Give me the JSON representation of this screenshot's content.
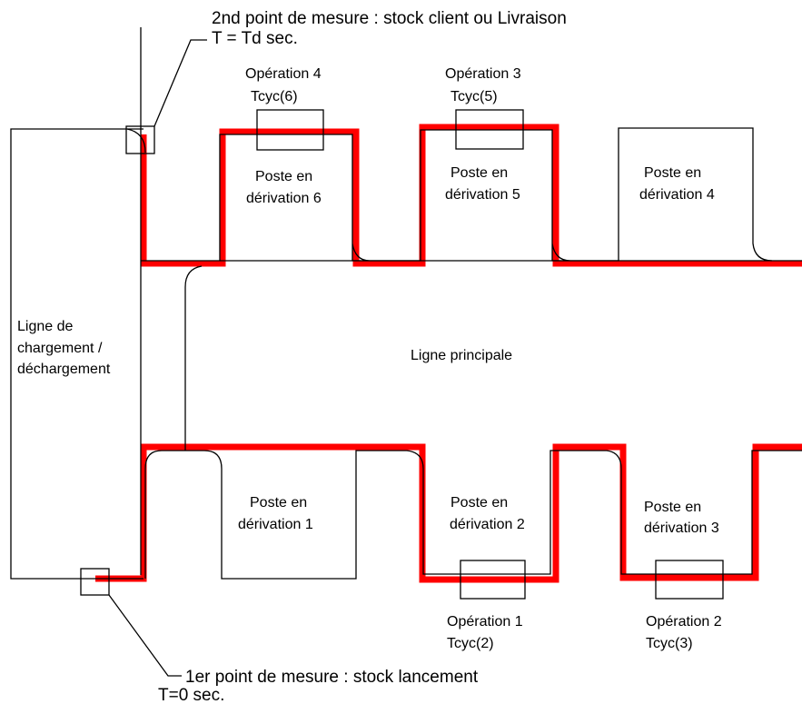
{
  "measure_point_2": {
    "line1": "2nd point de mesure : stock client ou Livraison",
    "line2": "T = Td sec."
  },
  "measure_point_1": {
    "line1": "1er point de mesure : stock lancement",
    "line2": "T=0 sec."
  },
  "loading_line": {
    "line1": "Ligne de",
    "line2": "chargement /",
    "line3": "déchargement"
  },
  "main_line": "Ligne principale",
  "stations": [
    {
      "line1": "Poste en",
      "line2": "dérivation 1"
    },
    {
      "line1": "Poste en",
      "line2": "dérivation 2"
    },
    {
      "line1": "Poste en",
      "line2": "dérivation 3"
    },
    {
      "line1": "Poste en",
      "line2": "dérivation 4"
    },
    {
      "line1": "Poste en",
      "line2": "dérivation 5"
    },
    {
      "line1": "Poste en",
      "line2": "dérivation 6"
    }
  ],
  "operations": [
    {
      "name": "Opération 1",
      "cycle": "Tcyc(2)"
    },
    {
      "name": "Opération 2",
      "cycle": "Tcyc(3)"
    },
    {
      "name": "Opération 3",
      "cycle": "Tcyc(5)"
    },
    {
      "name": "Opération 4",
      "cycle": "Tcyc(6)"
    }
  ],
  "colors": {
    "path": "#ff0000",
    "lines": "#000000",
    "background": "#ffffff"
  }
}
